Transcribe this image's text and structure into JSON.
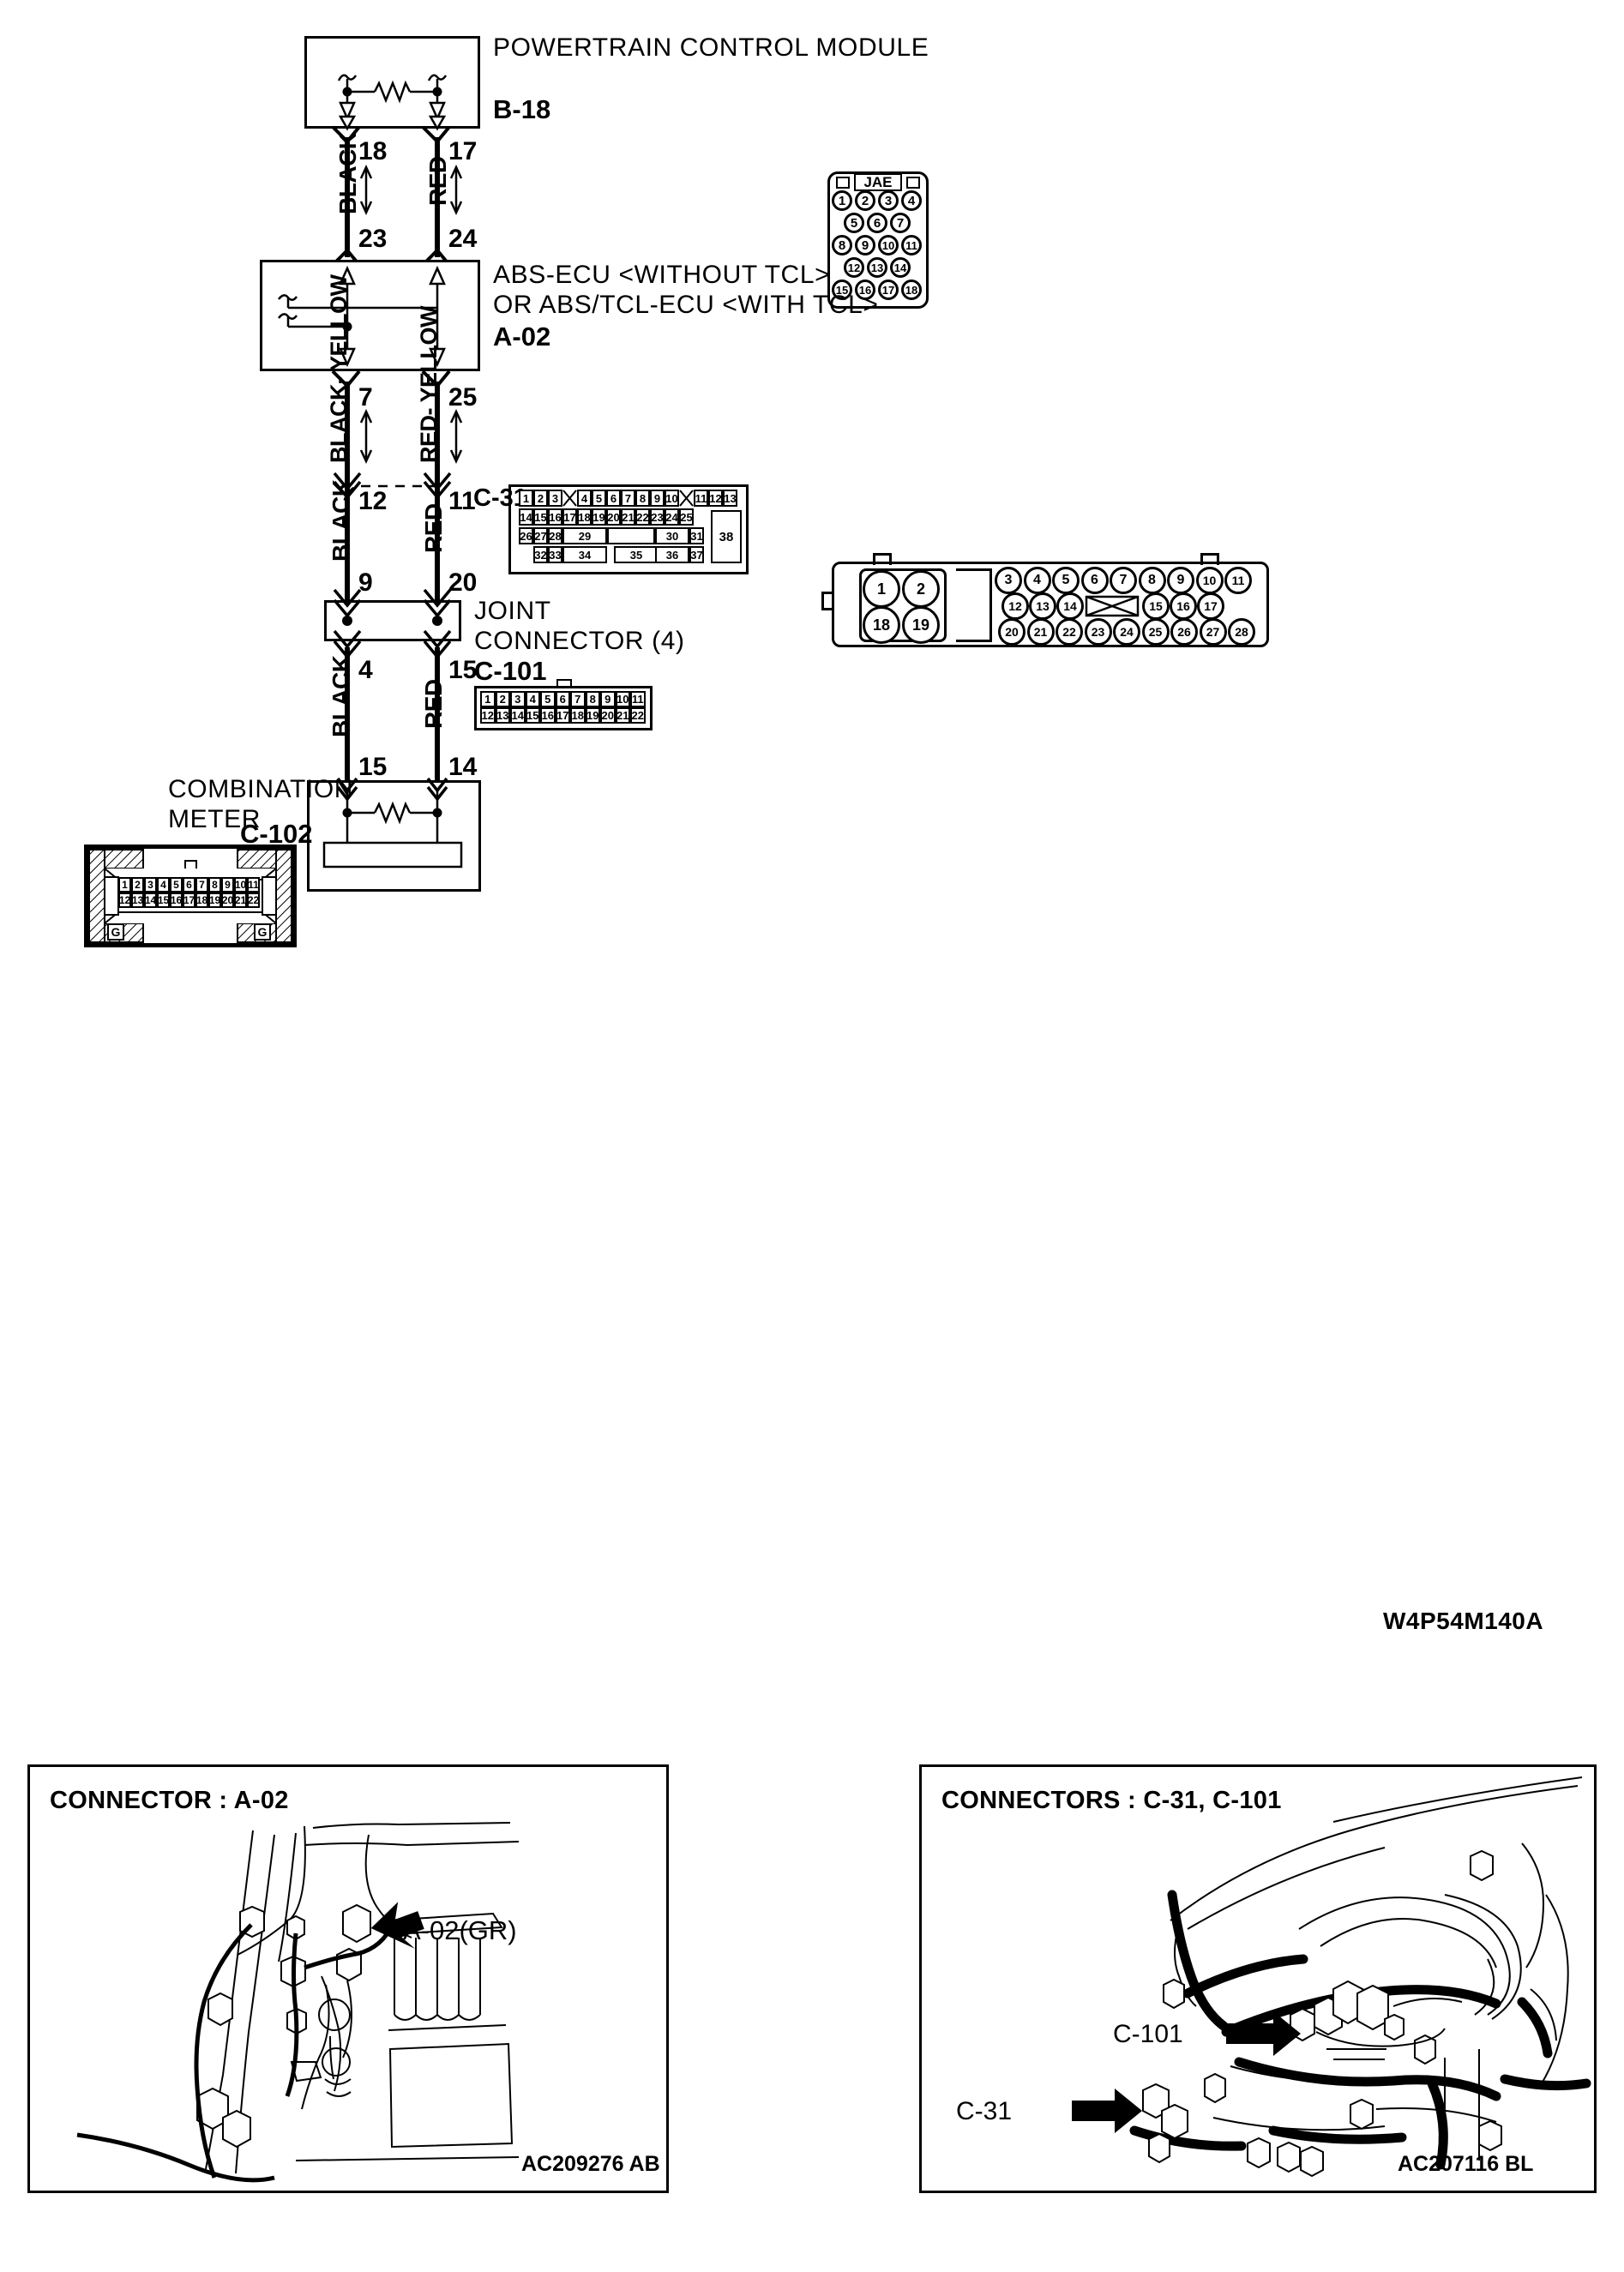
{
  "diagram": {
    "figure_code": "W4P54M140A",
    "blocks": [
      {
        "name": "POWERTRAIN CONTROL MODULE",
        "code": "B-18",
        "brand": "JAE"
      },
      {
        "name": "ABS-ECU <WITHOUT TCL>\nOR ABS/TCL-ECU <WITH TCL>",
        "code": "A-02"
      },
      {
        "name": "JOINT\nCONNECTOR (4)",
        "code": "C-101"
      },
      {
        "name": "COMBINATION\nMETER",
        "code": "C-102"
      }
    ],
    "inline_codes": {
      "c31": "C-31"
    },
    "pins": {
      "pcm_left_top": "18",
      "pcm_right_top": "17",
      "abs_left_top": "23",
      "abs_right_top": "24",
      "abs_left_bottom": "7",
      "abs_right_bottom": "25",
      "c31_left": "12",
      "c31_right": "11",
      "jc_left_top": "9",
      "jc_right_top": "20",
      "jc_left_bottom": "4",
      "jc_right_bottom": "15",
      "meter_left": "15",
      "meter_right": "14"
    },
    "wire_colors": {
      "seg1_left": "BLACK",
      "seg1_right": "RED",
      "seg2_left": "BLACK-\nYELLOW",
      "seg2_right": "RED-\nYELLOW",
      "seg3_left": "BLACK",
      "seg3_right": "RED",
      "seg4_left": "BLACK",
      "seg4_right": "RED"
    }
  },
  "connectors": {
    "b18": {
      "label": "JAE",
      "rows": [
        [
          "1",
          "2",
          "3",
          "4"
        ],
        [
          "5",
          "6",
          "7"
        ],
        [
          "8",
          "9",
          "10",
          "11"
        ],
        [
          "12",
          "13",
          "14"
        ],
        [
          "15",
          "16",
          "17",
          "18"
        ]
      ]
    },
    "a02": {
      "left_rows": [
        [
          "1",
          "2"
        ],
        [
          "18",
          "19"
        ]
      ],
      "right_rows": [
        [
          "3",
          "4",
          "5",
          "6",
          "7",
          "8",
          "9",
          "10",
          "11"
        ],
        [
          "12",
          "13",
          "14",
          "X",
          "15",
          "16",
          "17"
        ],
        [
          "20",
          "21",
          "22",
          "23",
          "24",
          "25",
          "26",
          "27",
          "28"
        ]
      ]
    },
    "c31": {
      "row1": [
        "1",
        "2",
        "3",
        "X",
        "4",
        "5",
        "6",
        "7",
        "8",
        "9",
        "10",
        "X",
        "11",
        "12",
        "13"
      ],
      "row2": [
        "14",
        "15",
        "16",
        "17",
        "18",
        "19",
        "20",
        "21",
        "22",
        "23",
        "24",
        "25"
      ],
      "row3": [
        "26",
        "27",
        "28",
        "29",
        "",
        "30",
        "31"
      ],
      "row4": [
        "32",
        "33",
        "34",
        "35",
        "36",
        "37"
      ],
      "big": "38"
    },
    "c101": {
      "row1": [
        "1",
        "2",
        "3",
        "4",
        "5",
        "6",
        "7",
        "8",
        "9",
        "10",
        "11"
      ],
      "row2": [
        "12",
        "13",
        "14",
        "15",
        "16",
        "17",
        "18",
        "19",
        "20",
        "21",
        "22"
      ]
    },
    "c102": {
      "row1": [
        "1",
        "2",
        "3",
        "4",
        "5",
        "6",
        "7",
        "8",
        "9",
        "10",
        "11"
      ],
      "row2": [
        "12",
        "13",
        "14",
        "15",
        "16",
        "17",
        "18",
        "19",
        "20",
        "21",
        "22"
      ],
      "ground_left": "G",
      "ground_right": "G"
    }
  },
  "photo_panels": [
    {
      "title": "CONNECTOR : A-02",
      "callouts": [
        "A-02(GR)"
      ],
      "ref": "AC209276 AB"
    },
    {
      "title": "CONNECTORS : C-31, C-101",
      "callouts": [
        "C-101",
        "C-31"
      ],
      "ref": "AC207116 BL"
    }
  ]
}
